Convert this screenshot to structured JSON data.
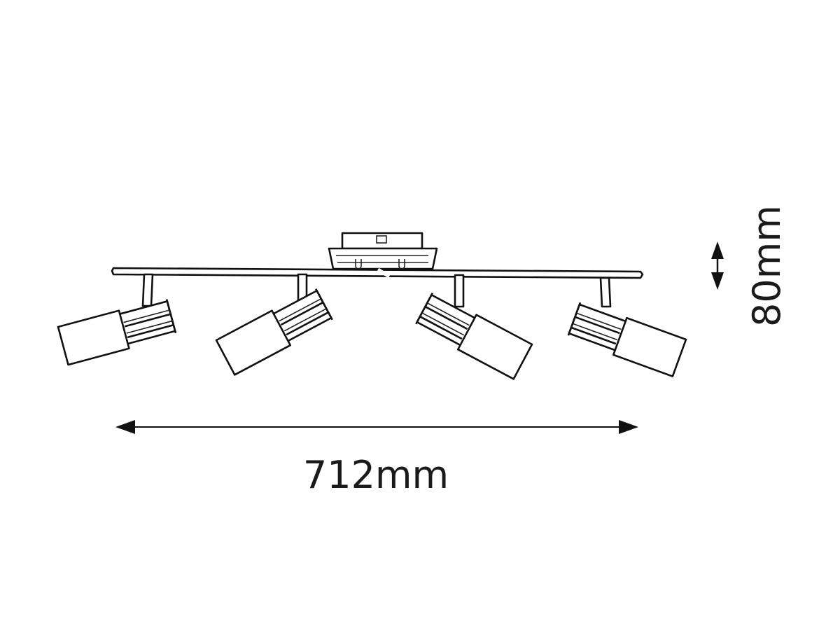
{
  "dimensions": {
    "width_label": "712mm",
    "height_label": "80mm"
  },
  "fixture": {
    "spotlight_count": 4
  },
  "colors": {
    "line": "#111111",
    "background": "#ffffff"
  }
}
